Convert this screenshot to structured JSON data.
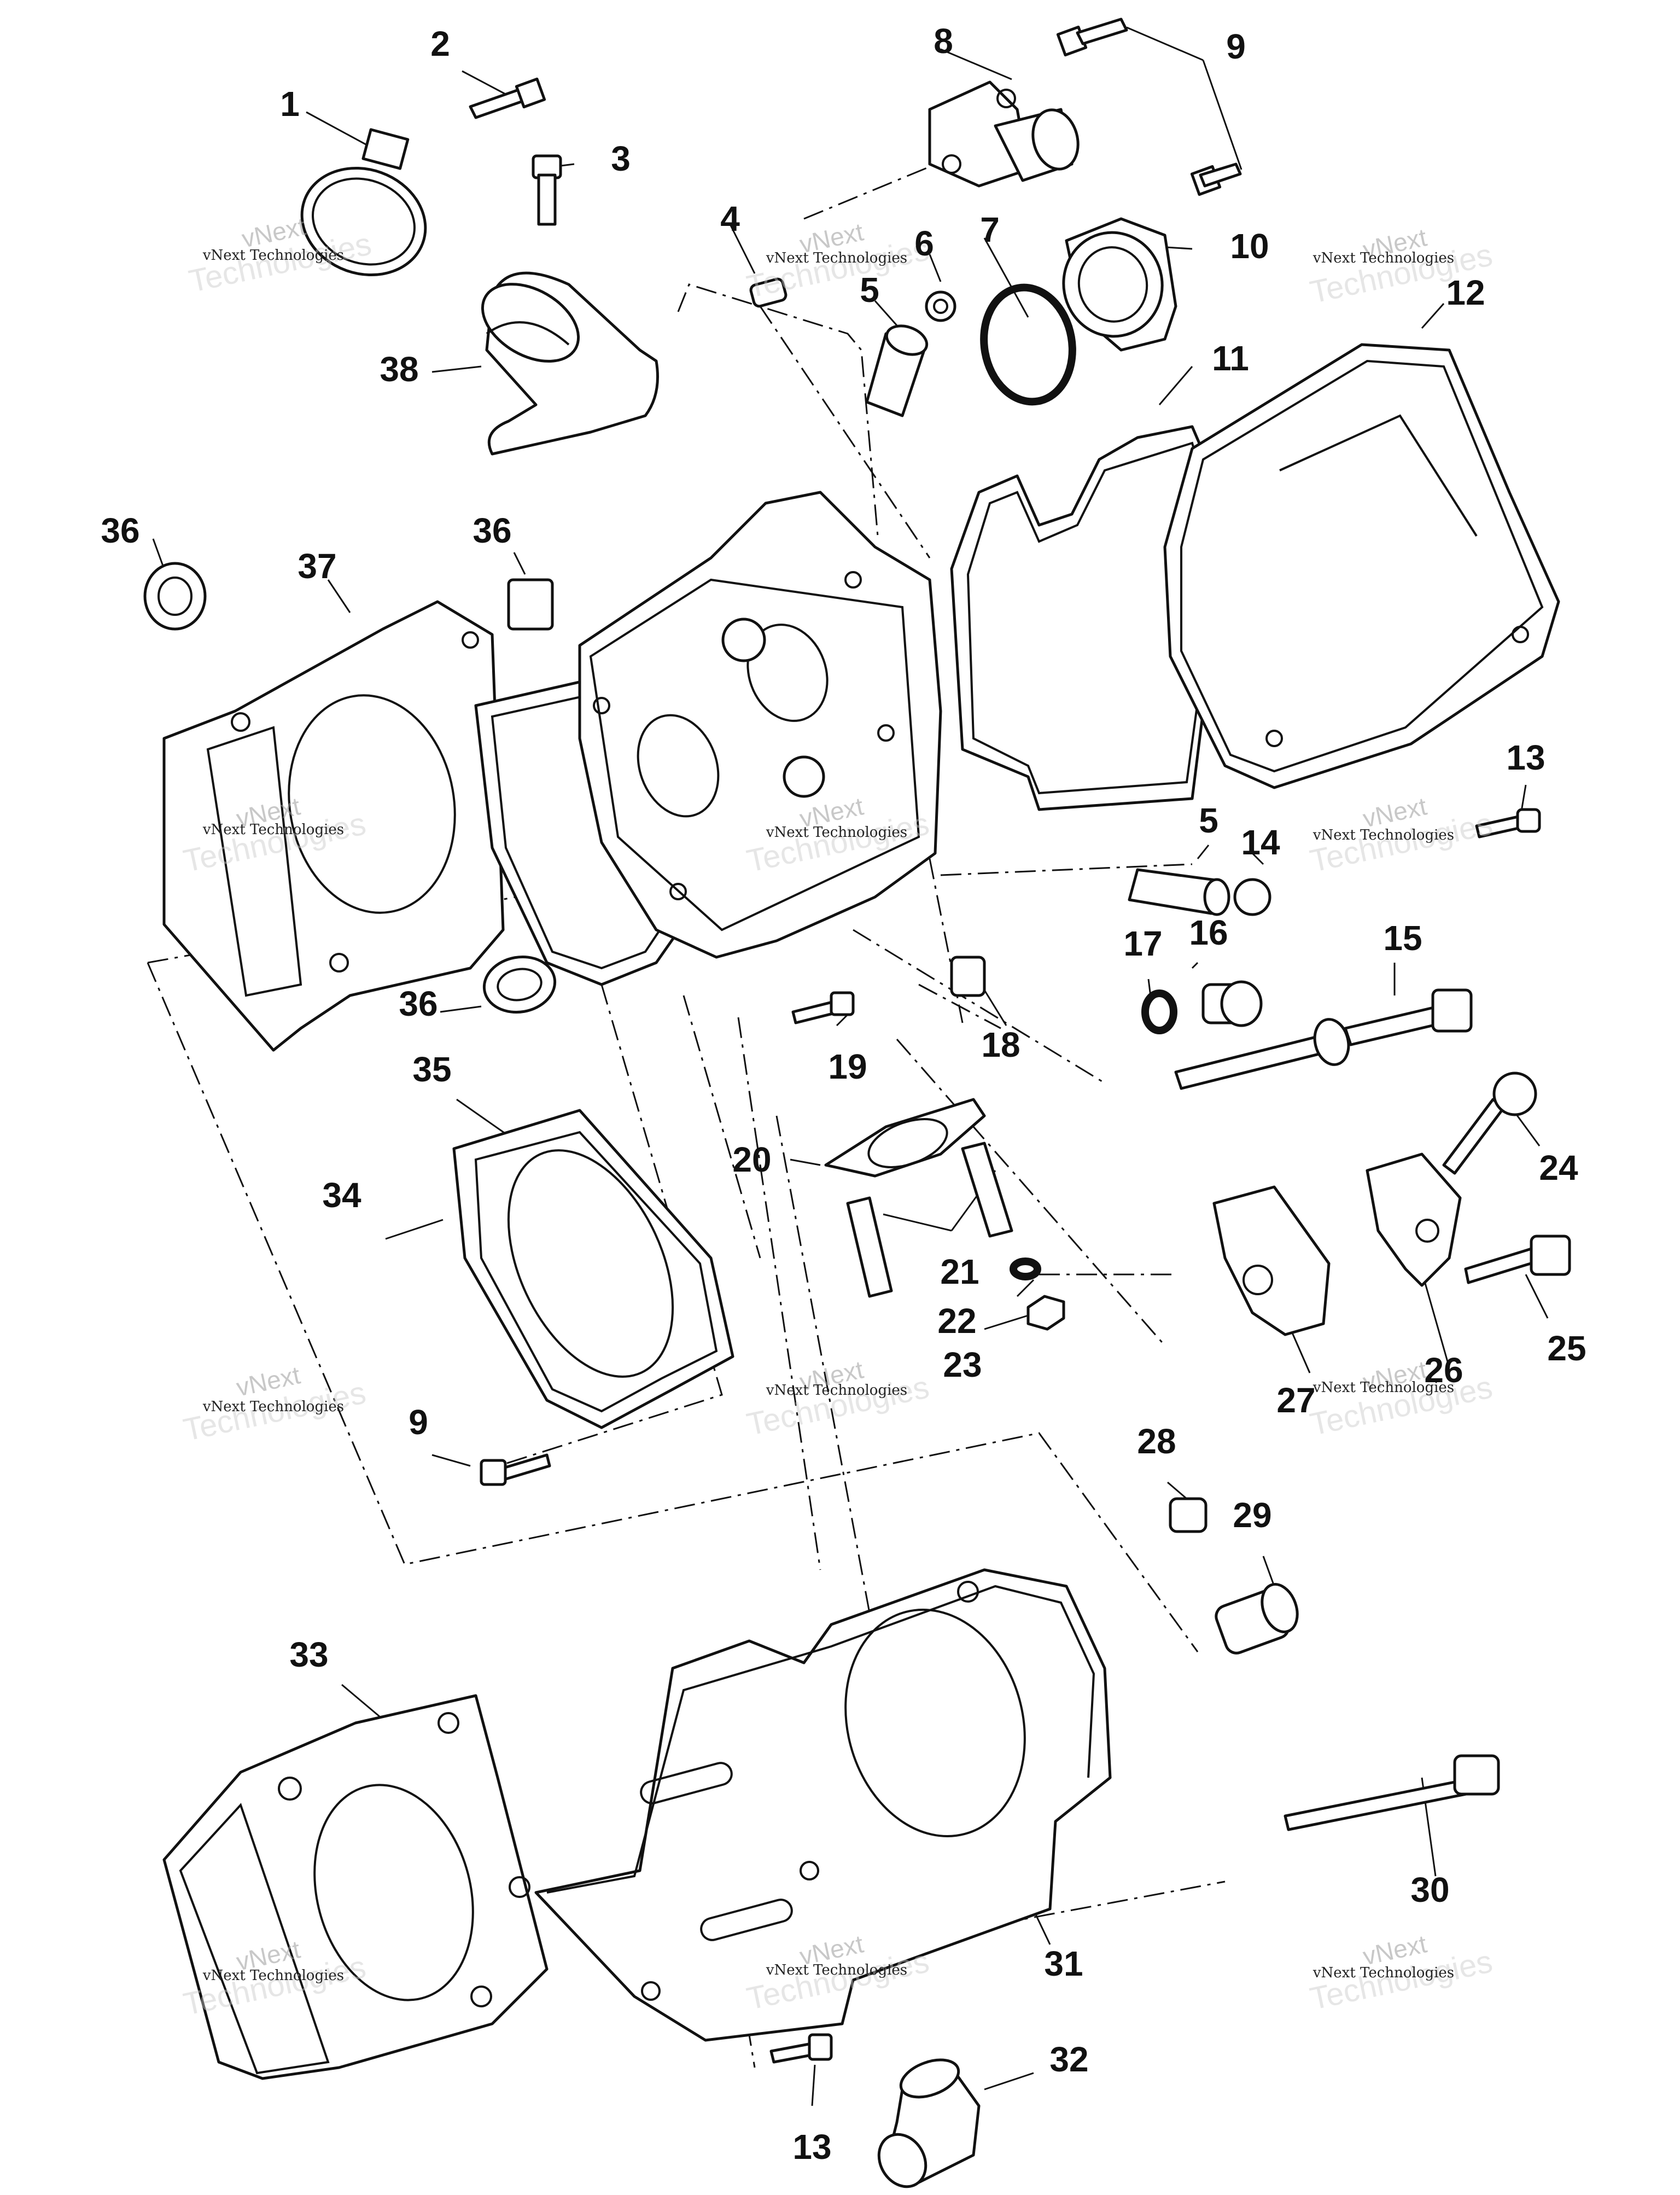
{
  "callouts": [
    {
      "label": "1"
    },
    {
      "label": "2"
    },
    {
      "label": "3"
    },
    {
      "label": "4"
    },
    {
      "label": "5"
    },
    {
      "label": "6"
    },
    {
      "label": "7"
    },
    {
      "label": "8"
    },
    {
      "label": "9"
    },
    {
      "label": "10"
    },
    {
      "label": "11"
    },
    {
      "label": "12"
    },
    {
      "label": "13"
    },
    {
      "label": "5"
    },
    {
      "label": "14"
    },
    {
      "label": "15"
    },
    {
      "label": "16"
    },
    {
      "label": "17"
    },
    {
      "label": "18"
    },
    {
      "label": "19"
    },
    {
      "label": "20"
    },
    {
      "label": "21"
    },
    {
      "label": "22"
    },
    {
      "label": "23"
    },
    {
      "label": "24"
    },
    {
      "label": "25"
    },
    {
      "label": "26"
    },
    {
      "label": "27"
    },
    {
      "label": "28"
    },
    {
      "label": "29"
    },
    {
      "label": "30"
    },
    {
      "label": "31"
    },
    {
      "label": "32"
    },
    {
      "label": "13"
    },
    {
      "label": "33"
    },
    {
      "label": "34"
    },
    {
      "label": "35"
    },
    {
      "label": "9"
    },
    {
      "label": "36"
    },
    {
      "label": "37"
    },
    {
      "label": "36"
    },
    {
      "label": "36"
    },
    {
      "label": "38"
    }
  ],
  "watermark": {
    "line1": "vNext",
    "line2": "Technologies",
    "small": "vNext Technologies"
  }
}
